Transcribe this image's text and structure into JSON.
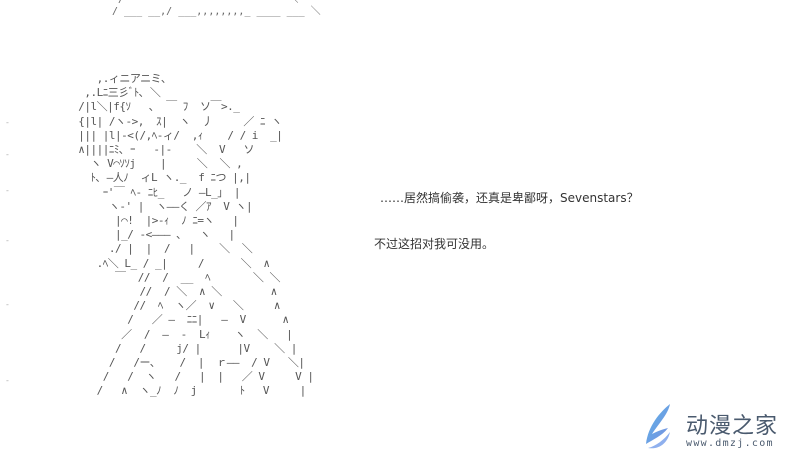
{
  "top_art_lines": [
    " /  ̄ ̄ ̄ ￣ ￣ ̄ ̄ ̄ ̄ ￣      ￣ ￣ ＼",
    "/ ___ __,/ ___,,,,,,,,_ ____ ___ ＼"
  ],
  "art_lines": [
    "     ,.ィニアニミ､",
    "   ,.Lﾆ三彡ﾞﾄ､ ＼",
    "  /|l＼|f{ｿ   ､  ￣ ﾌ  ソ￣>._",
    "  {|l| /ヽ->,  ｽ|  ヽ  丿     ／ ﾆ ヽ",
    "  ||| |l|-<(/,ﾍ-ィ/  ,ｨ    / / i  _|",
    "  ∧||||ﾆﾐ､ ｰ   -|-    ＼  V   ソ",
    "    ヽ V⌒ｿｿj    |     ＼  ＼ ,",
    "    ﾄ､ ―人ﾉ  ィL ヽ._  f ﾆつ |,|",
    "      ｰ'￣ ﾍ- ﾆﾋ_   ノ ―L_」 |",
    "       ヽ-' |  ヽ――く ／ｱ  V ヽ|",
    "        |⌒!  |>-ｨ  ﾉ ﾆ=ヽ   |",
    "        |_/ -<――― ､   ヽ   |",
    "       ./ |  |  /   |    ＼  ＼",
    "     .ﾍ＼ L_ / _|     /      ＼  ∧",
    "        ￣  //  /  __  ﾍ       ＼ ＼",
    "            //  / ＼  ∧ ＼        ∧",
    "           //  ﾍ  ヽ／  ∨   ＼     ∧",
    "          /   ／ ―  ﾆﾆ|   ―  V      ∧",
    "         ／  /  ―  -  Lｨ    ヽ  ＼   |",
    "        /   /     j/ |      |V    ＼ |",
    "       /   /ー､    /  |  ｒ――  / V   ＼|",
    "      /   /  ヽ   /   |  |   ／ V     V |",
    "     /   ∧  ヽ_ﾉ  ﾉ  j       ﾄ   V     |"
  ],
  "dialogue": {
    "line1": "……居然搞偷袭，还真是卑鄙呀，Sevenstars？",
    "line2": "不过这招对我可没用。"
  },
  "logo": {
    "name": "动漫之家",
    "url": "www.dmzj.com",
    "colors": [
      "#5bb4e8",
      "#7a8fe0"
    ]
  }
}
